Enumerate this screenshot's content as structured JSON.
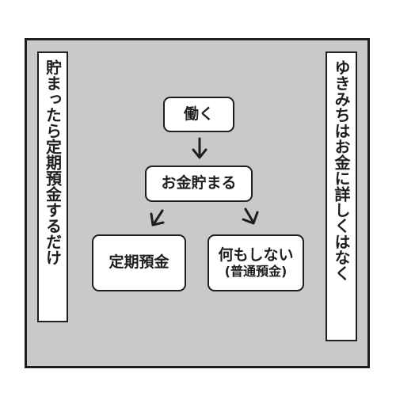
{
  "left_caption": "貯まったら定期預金するだけ",
  "right_caption": "ゆきみちはお金に詳しくはなく",
  "nodes": {
    "work": "働く",
    "save": "お金貯まる",
    "fixed_deposit": "定期預金",
    "do_nothing": "何もしない",
    "do_nothing_sub": "(普通預金)"
  },
  "colors": {
    "panel_bg": "#c9c9c9",
    "border": "#1e1e1e",
    "box_bg": "#ffffff"
  }
}
